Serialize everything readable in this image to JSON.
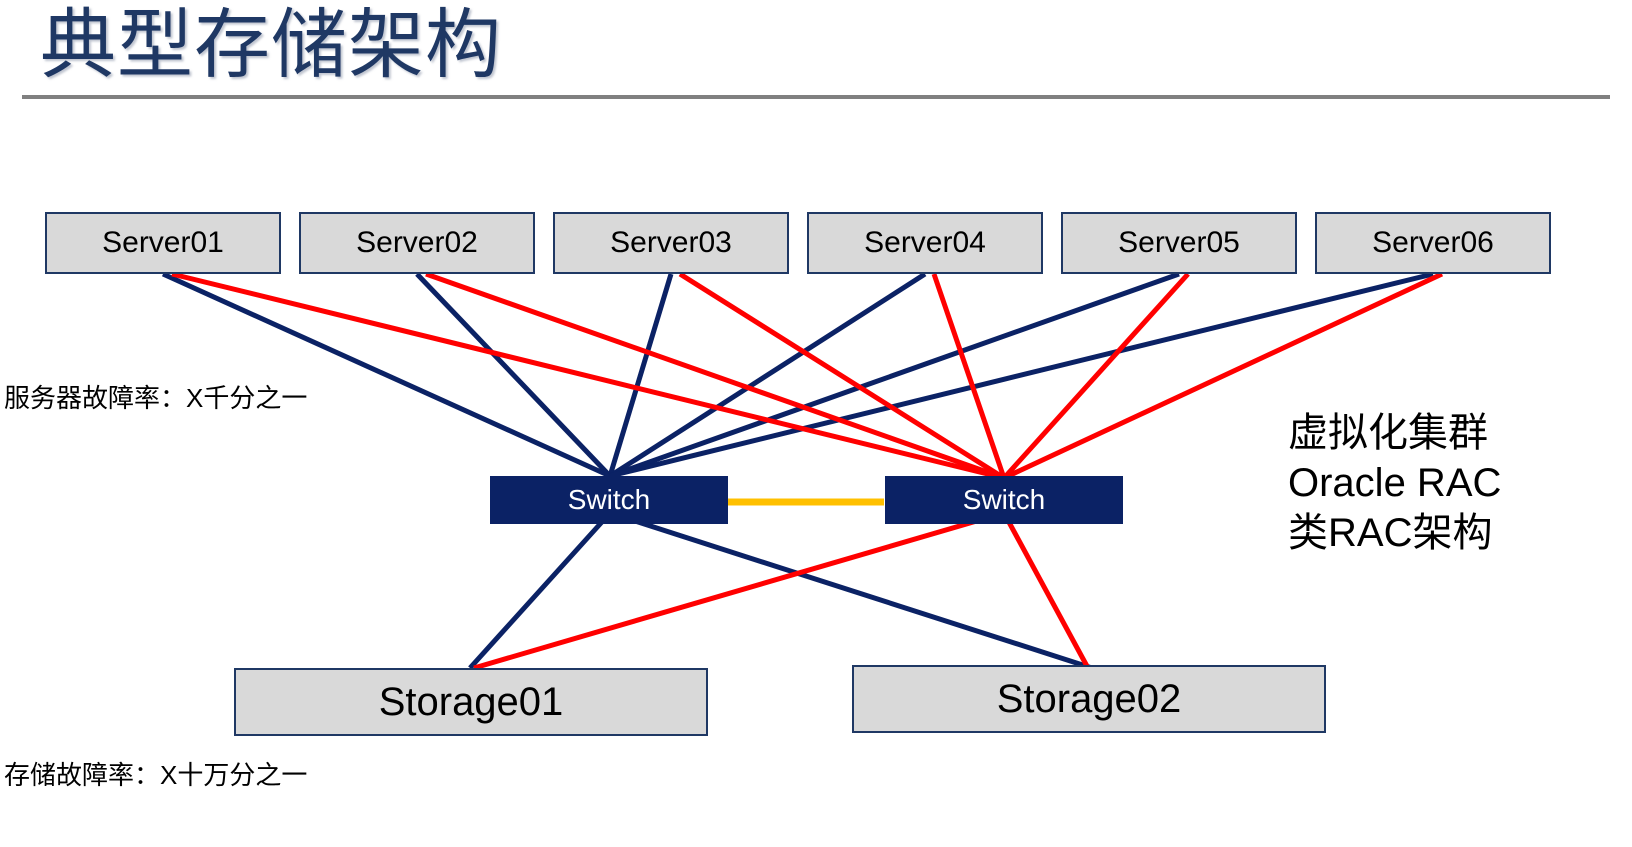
{
  "slide": {
    "title": "典型存储架构",
    "title_color": "#1F3864",
    "rule_color": "#808080",
    "background": "#FFFFFF"
  },
  "palette": {
    "box_fill": "#D9D9D9",
    "box_border": "#1F3864",
    "switch_fill": "#0B2265",
    "switch_text": "#FFFFFF",
    "link_primary": "#0B2265",
    "link_secondary": "#FF0000",
    "interswitch_link": "#FFC000"
  },
  "servers": [
    {
      "label": "Server01"
    },
    {
      "label": "Server02"
    },
    {
      "label": "Server03"
    },
    {
      "label": "Server04"
    },
    {
      "label": "Server05"
    },
    {
      "label": "Server06"
    }
  ],
  "switches": [
    {
      "label": "Switch"
    },
    {
      "label": "Switch"
    }
  ],
  "storages": [
    {
      "label": "Storage01"
    },
    {
      "label": "Storage02"
    }
  ],
  "notes": {
    "server_failure_rate": "服务器故障率：X千分之一",
    "storage_failure_rate": "存储故障率：X十万分之一"
  },
  "cluster_note": {
    "line1": "虚拟化集群",
    "line2": "Oracle RAC",
    "line3": "类RAC架构"
  },
  "topology": {
    "description": "每台服务器分别通过一条深蓝色链路连接左侧交换机、一条红色链路连接右侧交换机；两台交换机之间为橙色互联链路；每台交换机分别连接两台存储。",
    "server_to_switch_links": 12,
    "switch_to_storage_links": 4,
    "inter_switch_links": 1
  }
}
